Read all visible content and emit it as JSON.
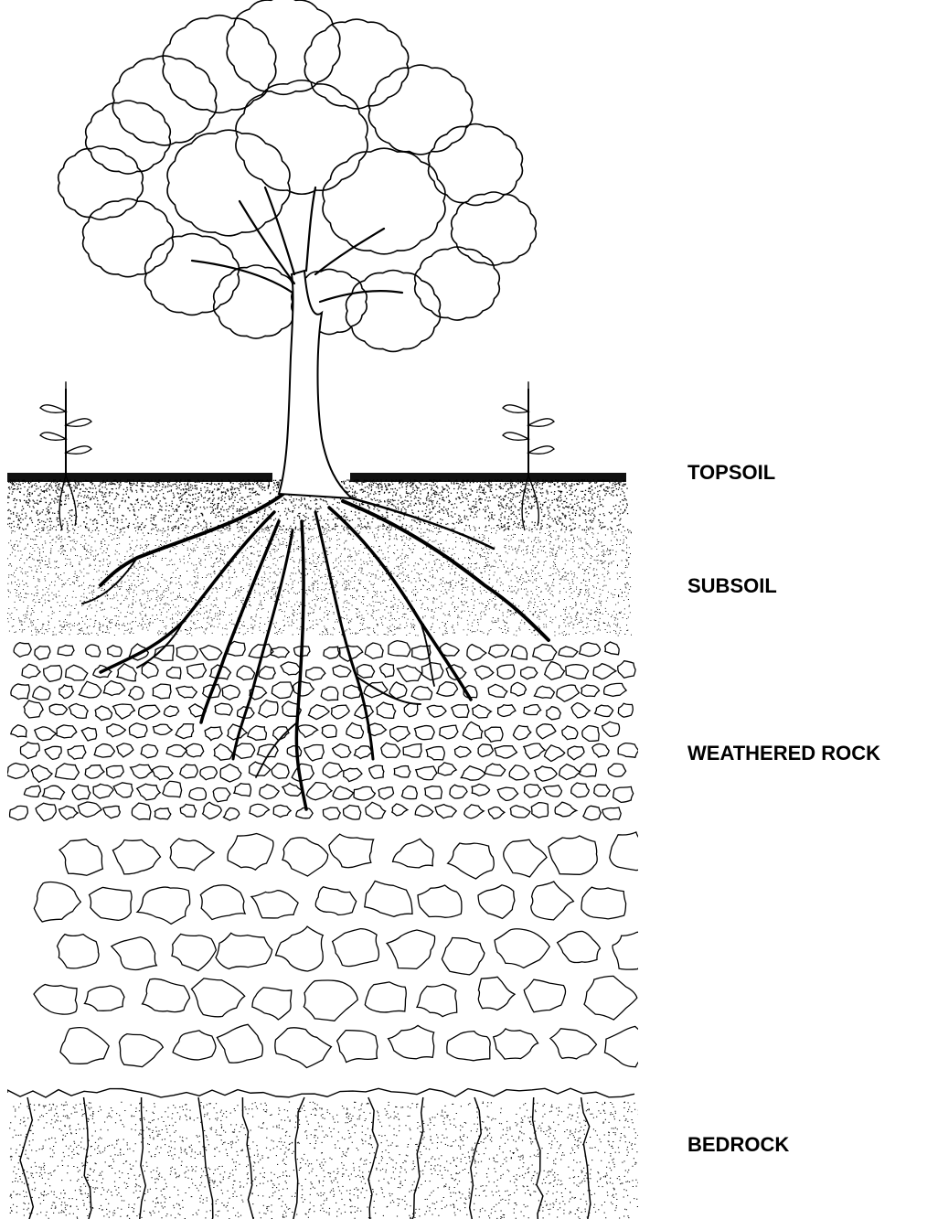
{
  "labels": {
    "topsoil": "TOPSOIL",
    "subsoil": "SUBSOIL",
    "weathered_rock": "WEATHERED ROCK",
    "bedrock": "BEDROCK"
  },
  "colors": {
    "ink": "#000000",
    "paper": "#ffffff"
  }
}
